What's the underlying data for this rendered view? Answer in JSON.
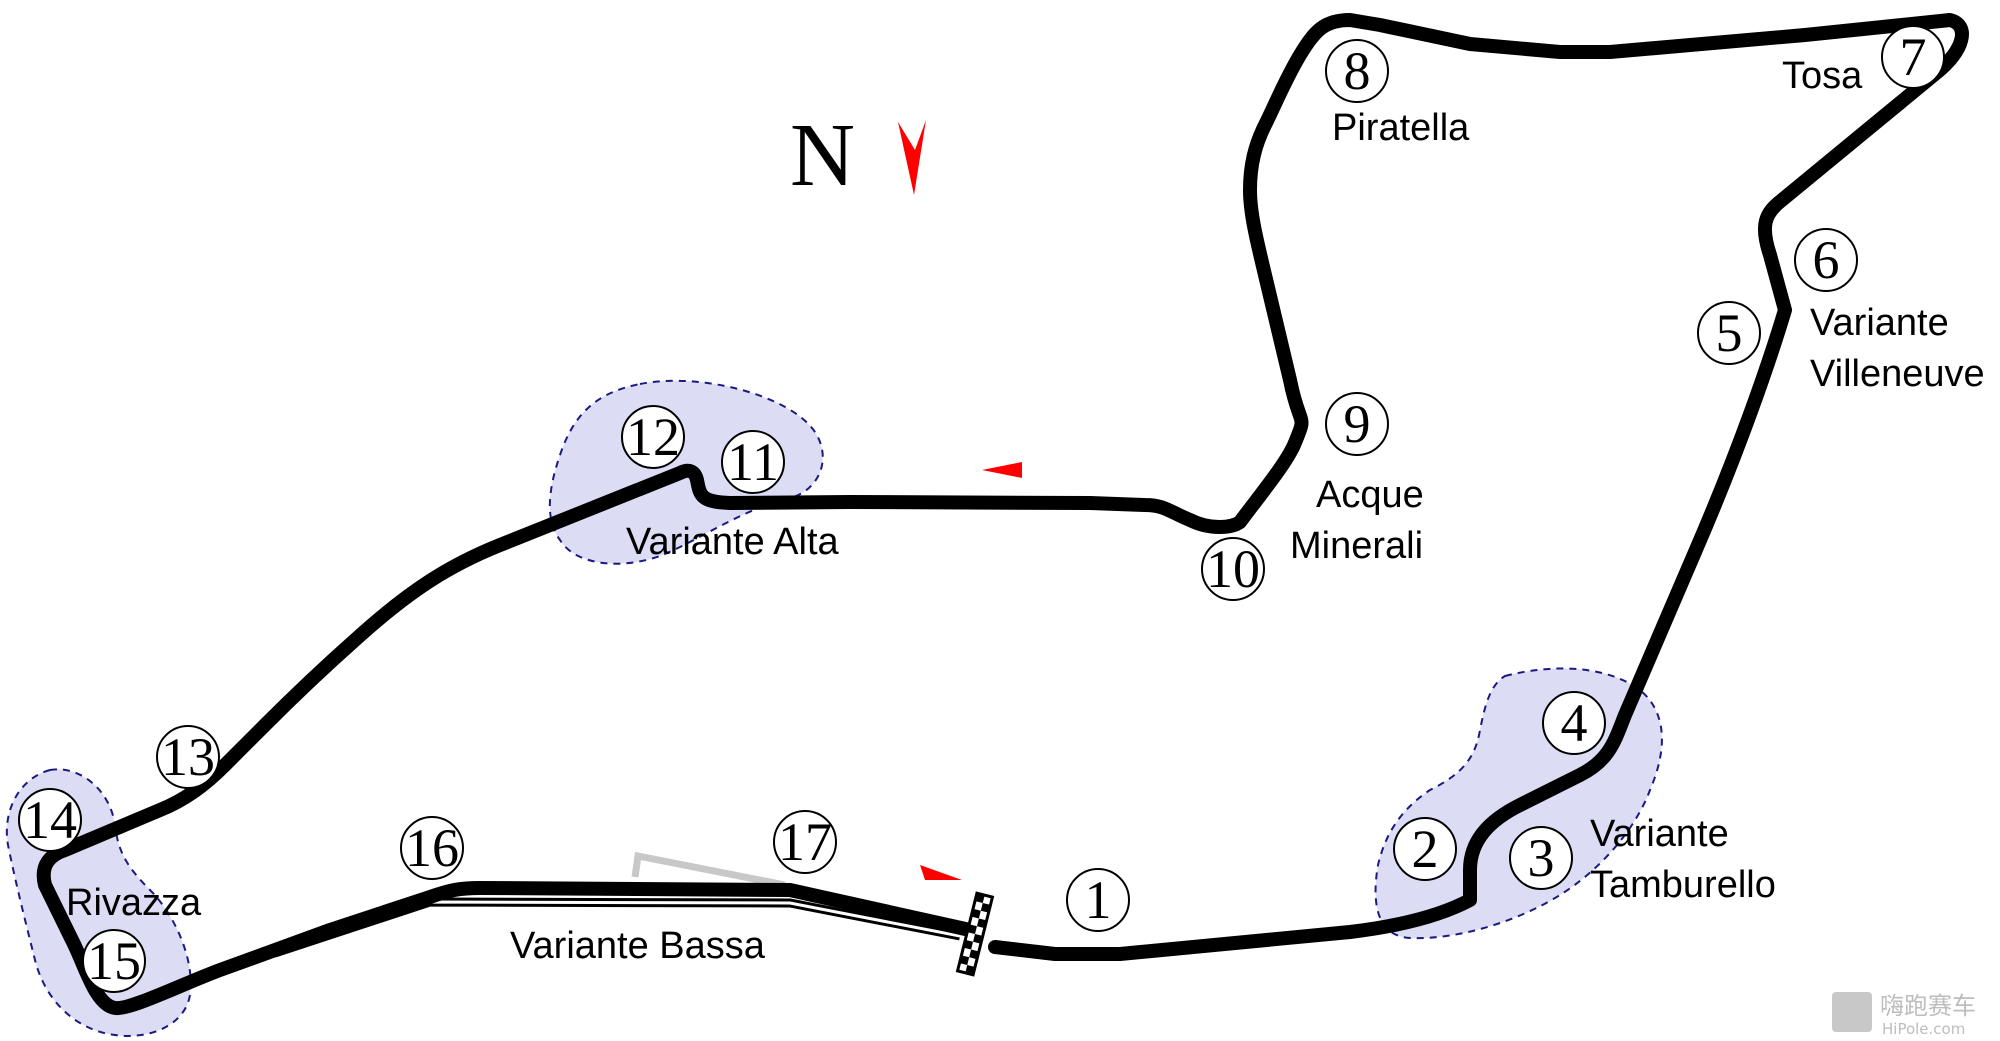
{
  "map": {
    "compass_label": "N",
    "corners": [
      {
        "id": "1",
        "label": ""
      },
      {
        "id": "2",
        "label": ""
      },
      {
        "id": "3",
        "label": ""
      },
      {
        "id": "4",
        "label": ""
      },
      {
        "id": "5",
        "label": ""
      },
      {
        "id": "6",
        "label": ""
      },
      {
        "id": "7",
        "label": ""
      },
      {
        "id": "8",
        "label": ""
      },
      {
        "id": "9",
        "label": ""
      },
      {
        "id": "10",
        "label": ""
      },
      {
        "id": "11",
        "label": ""
      },
      {
        "id": "12",
        "label": ""
      },
      {
        "id": "13",
        "label": ""
      },
      {
        "id": "14",
        "label": ""
      },
      {
        "id": "15",
        "label": ""
      },
      {
        "id": "16",
        "label": ""
      },
      {
        "id": "17",
        "label": ""
      }
    ],
    "corner_names": {
      "tosa": "Tosa",
      "piratella": "Piratella",
      "variante_villeneuve_1": "Variante",
      "variante_villeneuve_2": "Villeneuve",
      "acque_minerali_1": "Acque",
      "acque_minerali_2": "Minerali",
      "variante_alta": "Variante Alta",
      "variante_tamburello_1": "Variante",
      "variante_tamburello_2": "Tamburello",
      "rivazza": "Rivazza",
      "variante_bassa": "Variante Bassa"
    },
    "colors": {
      "track": "#000000",
      "zone_fill": "#dcdcf5",
      "zone_border": "#1a1a80",
      "arrow": "#ff0000",
      "pit_lane": "#c8c8c8"
    }
  },
  "watermark": {
    "cn": "嗨跑赛车",
    "site": "HiPole.com"
  }
}
